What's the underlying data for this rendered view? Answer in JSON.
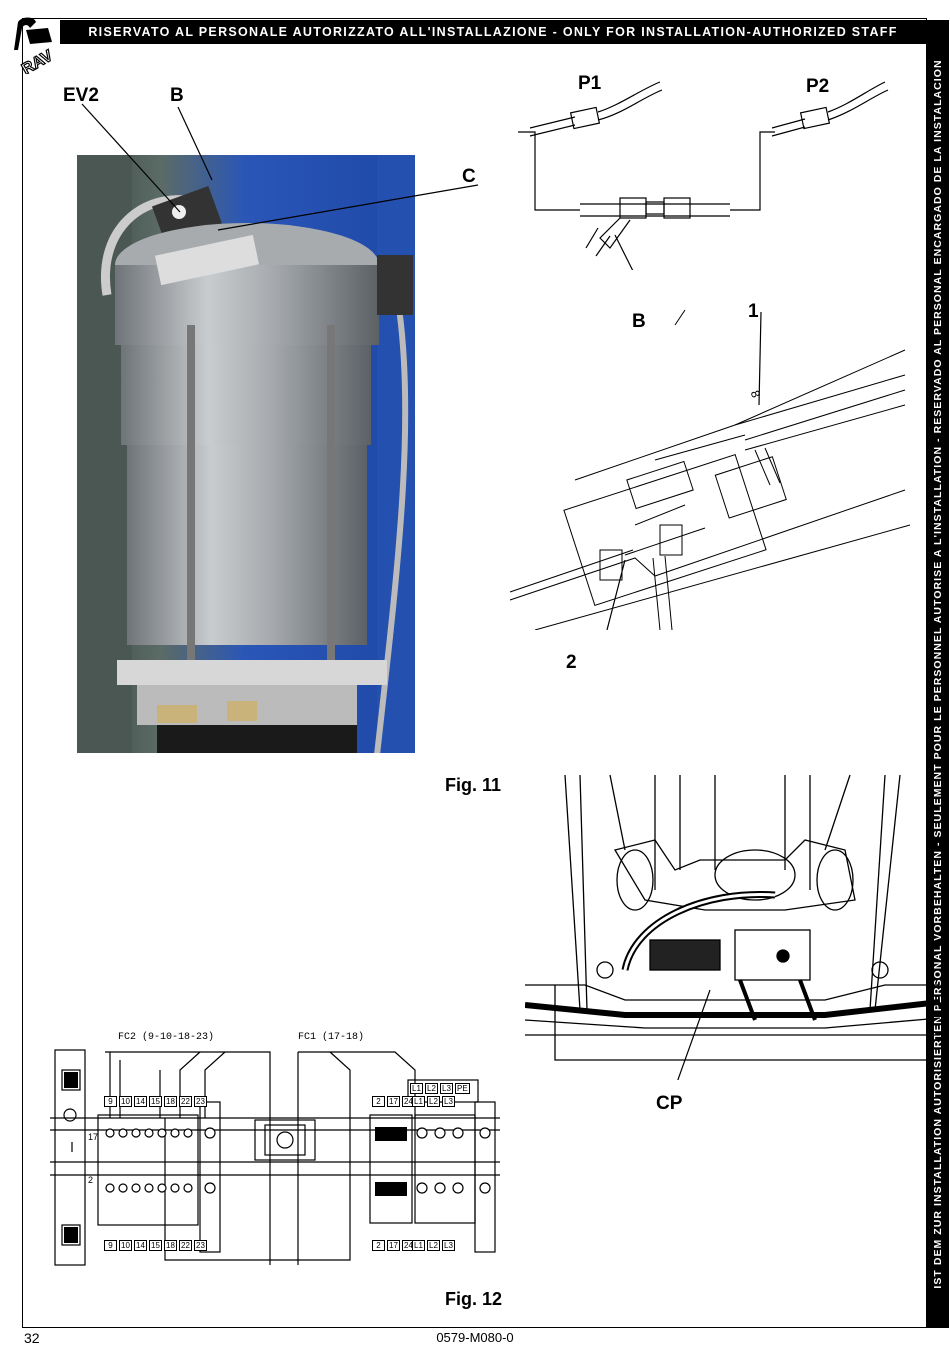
{
  "header": {
    "title": "RISERVATO AL PERSONALE AUTORIZZATO ALL'INSTALLAZIONE - ONLY FOR INSTALLATION-AUTHORIZED STAFF"
  },
  "sidebar": {
    "text": "IST DEM ZUR INSTALLATION AUTORISIERTEN PERSONAL VORBEHALTEN - SEULEMENT POUR LE PERSONNEL AUTORISE A L'INSTALLATION - RESERVADO AL PERSONAL ENCARGADO DE LA INSTALACION"
  },
  "fig11": {
    "caption": "Fig. 11",
    "labels": {
      "ev2": "EV2",
      "b_top": "B",
      "c": "C",
      "p1": "P1",
      "p2": "P2",
      "b_tee": "B",
      "one": "1",
      "two": "2",
      "eight": "8"
    }
  },
  "cp_figure": {
    "label": "CP"
  },
  "fig12": {
    "caption": "Fig. 12",
    "fc2": "FC2 (9-10-18-23)",
    "fc1": "FC1 (17-18)",
    "left_terminals": [
      "9",
      "10",
      "14",
      "15",
      "18",
      "22",
      "23"
    ],
    "right_terminals": [
      "2",
      "17",
      "24"
    ],
    "power_terminals": [
      "L1",
      "L2",
      "L3",
      "PE"
    ],
    "end_labels": [
      "17",
      "2"
    ]
  },
  "footer": {
    "page_number": "32",
    "doc_code": "0579-M080-0"
  }
}
